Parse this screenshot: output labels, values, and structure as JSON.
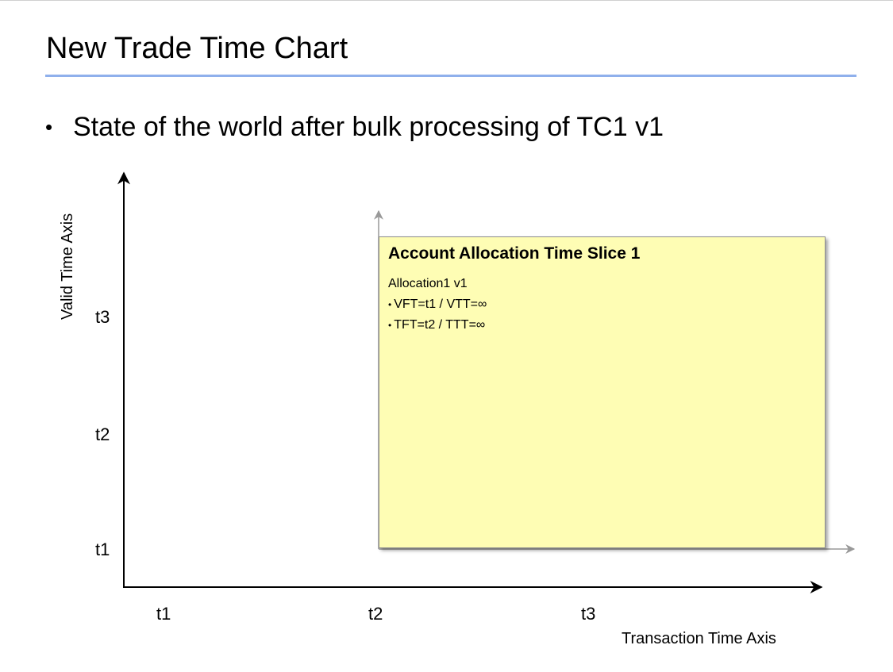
{
  "slide": {
    "title": "New Trade Time Chart",
    "bullet": "State of the world after bulk processing of TC1 v1"
  },
  "diagram": {
    "y_axis_title": "Valid Time Axis",
    "x_axis_title": "Transaction Time Axis",
    "y_ticks": [
      "t3",
      "t2",
      "t1"
    ],
    "x_ticks": [
      "t1",
      "t2",
      "t3"
    ],
    "time_slice": {
      "title": "Account Allocation Time Slice 1",
      "version": "Allocation1 v1",
      "bullets": [
        "VFT=t1 / VTT=∞",
        "TFT=t2 / TTT=∞"
      ],
      "fill_color": "#fefdb4"
    },
    "colors": {
      "main_axis": "#000000",
      "slice_axis": "#999999",
      "title_rule": "#8fb0ec"
    }
  }
}
